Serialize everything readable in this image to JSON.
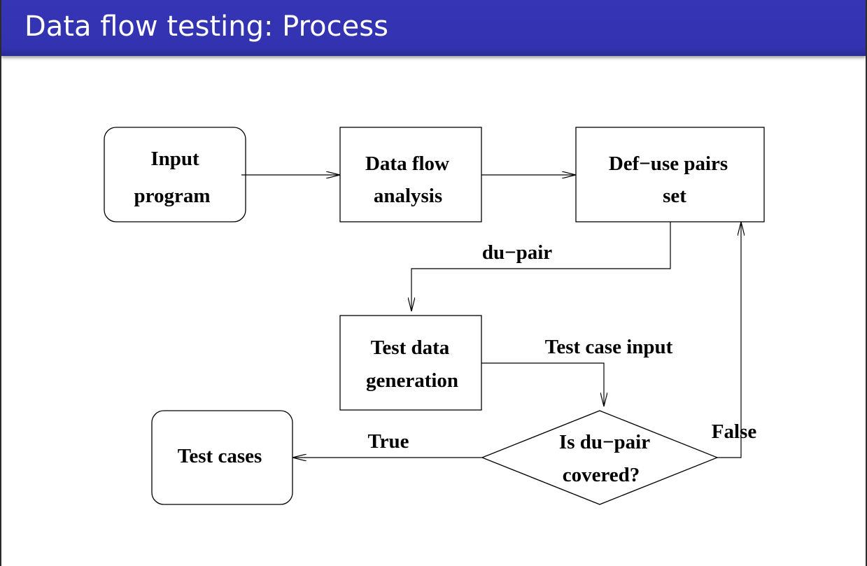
{
  "slide": {
    "title": "Data flow testing: Process",
    "title_bar_color": "#3434b4",
    "title_text_color": "#ffffff"
  },
  "diagram": {
    "nodes": {
      "input_program": {
        "shape": "rounded-rectangle",
        "lines": [
          "Input",
          "program"
        ]
      },
      "data_flow_analysis": {
        "shape": "rectangle",
        "lines": [
          "Data flow",
          "analysis"
        ]
      },
      "def_use_pairs_set": {
        "shape": "rectangle",
        "lines": [
          "Def−use pairs",
          "set"
        ]
      },
      "test_data_generation": {
        "shape": "rectangle",
        "lines": [
          "Test data",
          "generation"
        ]
      },
      "decision": {
        "shape": "diamond",
        "lines": [
          "Is du−pair",
          "covered?"
        ]
      },
      "test_cases": {
        "shape": "rounded-rectangle",
        "lines": [
          "Test cases"
        ]
      }
    },
    "edges": {
      "input_to_analysis": {
        "from": "input_program",
        "to": "data_flow_analysis",
        "label": ""
      },
      "analysis_to_pairs": {
        "from": "data_flow_analysis",
        "to": "def_use_pairs_set",
        "label": ""
      },
      "du_pair": {
        "from": "def_use_pairs_set",
        "to": "test_data_generation",
        "label": "du−pair"
      },
      "test_case_input": {
        "from": "test_data_generation",
        "to": "decision",
        "label": "Test case input"
      },
      "true_branch": {
        "from": "decision",
        "to": "test_cases",
        "label": "True"
      },
      "false_branch": {
        "from": "decision",
        "to": "def_use_pairs_set",
        "label": "False"
      }
    }
  }
}
